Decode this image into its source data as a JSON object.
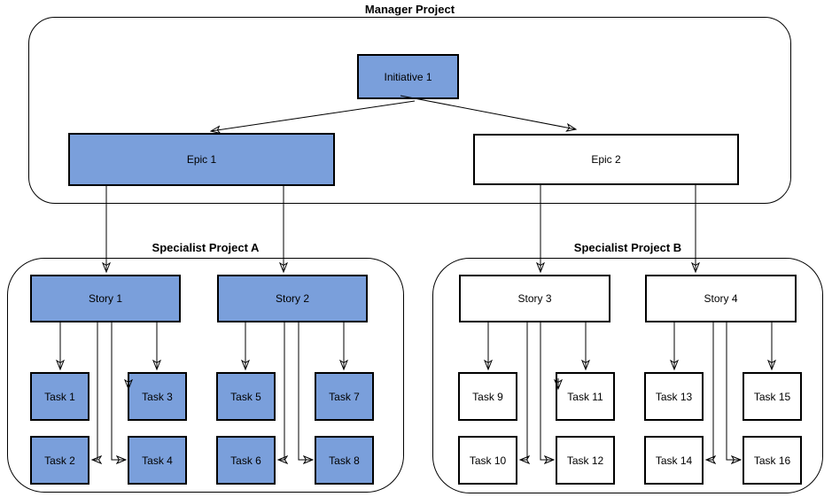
{
  "colors": {
    "node_fill_blue": "#7A9FDB",
    "node_fill_white": "#ffffff",
    "stroke": "#000000",
    "background": "#ffffff"
  },
  "containers": {
    "manager": {
      "title": "Manager Project"
    },
    "projectA": {
      "title": "Specialist Project A"
    },
    "projectB": {
      "title": "Specialist Project B"
    }
  },
  "nodes": {
    "initiative1": {
      "label": "Initiative 1"
    },
    "epic1": {
      "label": "Epic 1"
    },
    "epic2": {
      "label": "Epic 2"
    },
    "story1": {
      "label": "Story 1"
    },
    "story2": {
      "label": "Story 2"
    },
    "story3": {
      "label": "Story 3"
    },
    "story4": {
      "label": "Story 4"
    },
    "task1": {
      "label": "Task 1"
    },
    "task2": {
      "label": "Task 2"
    },
    "task3": {
      "label": "Task 3"
    },
    "task4": {
      "label": "Task 4"
    },
    "task5": {
      "label": "Task 5"
    },
    "task6": {
      "label": "Task 6"
    },
    "task7": {
      "label": "Task 7"
    },
    "task8": {
      "label": "Task 8"
    },
    "task9": {
      "label": "Task 9"
    },
    "task10": {
      "label": "Task 10"
    },
    "task11": {
      "label": "Task 11"
    },
    "task12": {
      "label": "Task 12"
    },
    "task13": {
      "label": "Task 13"
    },
    "task14": {
      "label": "Task 14"
    },
    "task15": {
      "label": "Task 15"
    },
    "task16": {
      "label": "Task 16"
    }
  },
  "edges": [
    {
      "from": "Initiative 1",
      "to": "Epic 1"
    },
    {
      "from": "Initiative 1",
      "to": "Epic 2"
    },
    {
      "from": "Epic 1",
      "to": "Story 1"
    },
    {
      "from": "Epic 1",
      "to": "Story 2"
    },
    {
      "from": "Epic 2",
      "to": "Story 3"
    },
    {
      "from": "Epic 2",
      "to": "Story 4"
    },
    {
      "from": "Story 1",
      "to": "Task 1"
    },
    {
      "from": "Story 1",
      "to": "Task 2"
    },
    {
      "from": "Story 1",
      "to": "Task 3"
    },
    {
      "from": "Story 1",
      "to": "Task 4"
    },
    {
      "from": "Story 2",
      "to": "Task 5"
    },
    {
      "from": "Story 2",
      "to": "Task 6"
    },
    {
      "from": "Story 2",
      "to": "Task 7"
    },
    {
      "from": "Story 2",
      "to": "Task 8"
    },
    {
      "from": "Story 3",
      "to": "Task 9"
    },
    {
      "from": "Story 3",
      "to": "Task 10"
    },
    {
      "from": "Story 3",
      "to": "Task 11"
    },
    {
      "from": "Story 3",
      "to": "Task 12"
    },
    {
      "from": "Story 4",
      "to": "Task 13"
    },
    {
      "from": "Story 4",
      "to": "Task 14"
    },
    {
      "from": "Story 4",
      "to": "Task 15"
    },
    {
      "from": "Story 4",
      "to": "Task 16"
    }
  ]
}
